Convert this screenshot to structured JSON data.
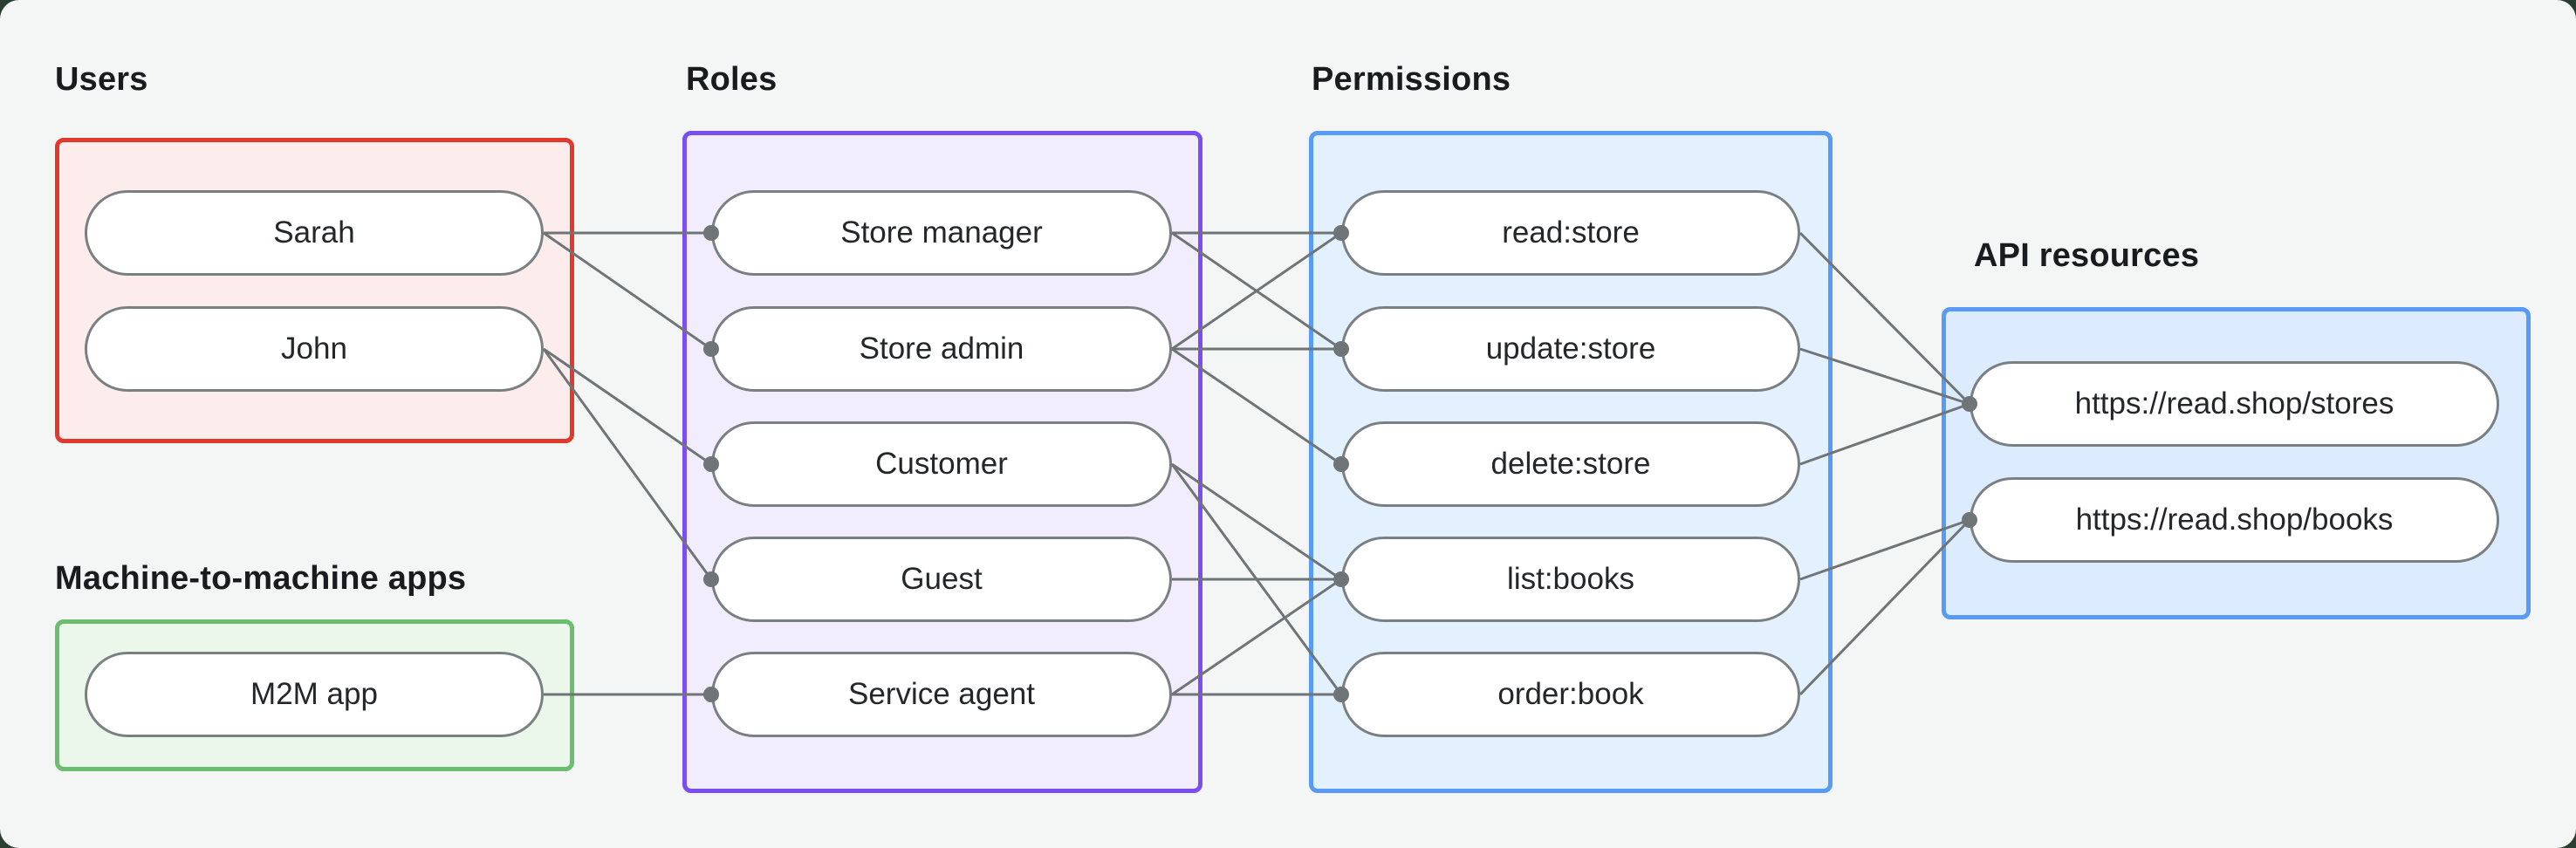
{
  "page": {
    "outer_background": "#2b3e32",
    "card_background": "#f4f6f5"
  },
  "diagram": {
    "edge_color": "#6f7477",
    "node_border_color": "#7a7f82",
    "node_background": "#ffffff",
    "node_text_color": "#24272a",
    "title_color": "#191c1e",
    "groups": [
      {
        "id": "users",
        "title": "Users",
        "accent": "#e0392e",
        "fill": "#fcedec",
        "nodes": [
          {
            "id": "sarah",
            "label": "Sarah"
          },
          {
            "id": "john",
            "label": "John"
          }
        ]
      },
      {
        "id": "m2m",
        "title": "Machine-to-machine apps",
        "accent": "#6abe6e",
        "fill": "#eaf7ea",
        "nodes": [
          {
            "id": "m2m-app",
            "label": "M2M app"
          }
        ]
      },
      {
        "id": "roles",
        "title": "Roles",
        "accent": "#7a4ff2",
        "fill": "#f2edfc",
        "nodes": [
          {
            "id": "store-manager",
            "label": "Store manager"
          },
          {
            "id": "store-admin",
            "label": "Store admin"
          },
          {
            "id": "customer",
            "label": "Customer"
          },
          {
            "id": "guest",
            "label": "Guest"
          },
          {
            "id": "service-agent",
            "label": "Service agent"
          }
        ]
      },
      {
        "id": "permissions",
        "title": "Permissions",
        "accent": "#579bf6",
        "fill": "#e3f0fd",
        "nodes": [
          {
            "id": "read-store",
            "label": "read:store"
          },
          {
            "id": "update-store",
            "label": "update:store"
          },
          {
            "id": "delete-store",
            "label": "delete:store"
          },
          {
            "id": "list-books",
            "label": "list:books"
          },
          {
            "id": "order-book",
            "label": "order:book"
          }
        ]
      },
      {
        "id": "api",
        "title": "API resources",
        "accent": "#579bf6",
        "fill": "#dcebfd",
        "nodes": [
          {
            "id": "stores-api",
            "label": "https://read.shop/stores"
          },
          {
            "id": "books-api",
            "label": "https://read.shop/books"
          }
        ]
      }
    ],
    "edges": [
      [
        "sarah",
        "store-manager"
      ],
      [
        "sarah",
        "store-admin"
      ],
      [
        "john",
        "customer"
      ],
      [
        "john",
        "guest"
      ],
      [
        "m2m-app",
        "service-agent"
      ],
      [
        "store-manager",
        "read-store"
      ],
      [
        "store-manager",
        "update-store"
      ],
      [
        "store-admin",
        "read-store"
      ],
      [
        "store-admin",
        "update-store"
      ],
      [
        "store-admin",
        "delete-store"
      ],
      [
        "customer",
        "list-books"
      ],
      [
        "customer",
        "order-book"
      ],
      [
        "guest",
        "list-books"
      ],
      [
        "service-agent",
        "list-books"
      ],
      [
        "service-agent",
        "order-book"
      ],
      [
        "read-store",
        "stores-api"
      ],
      [
        "update-store",
        "stores-api"
      ],
      [
        "delete-store",
        "stores-api"
      ],
      [
        "list-books",
        "books-api"
      ],
      [
        "order-book",
        "books-api"
      ]
    ]
  }
}
